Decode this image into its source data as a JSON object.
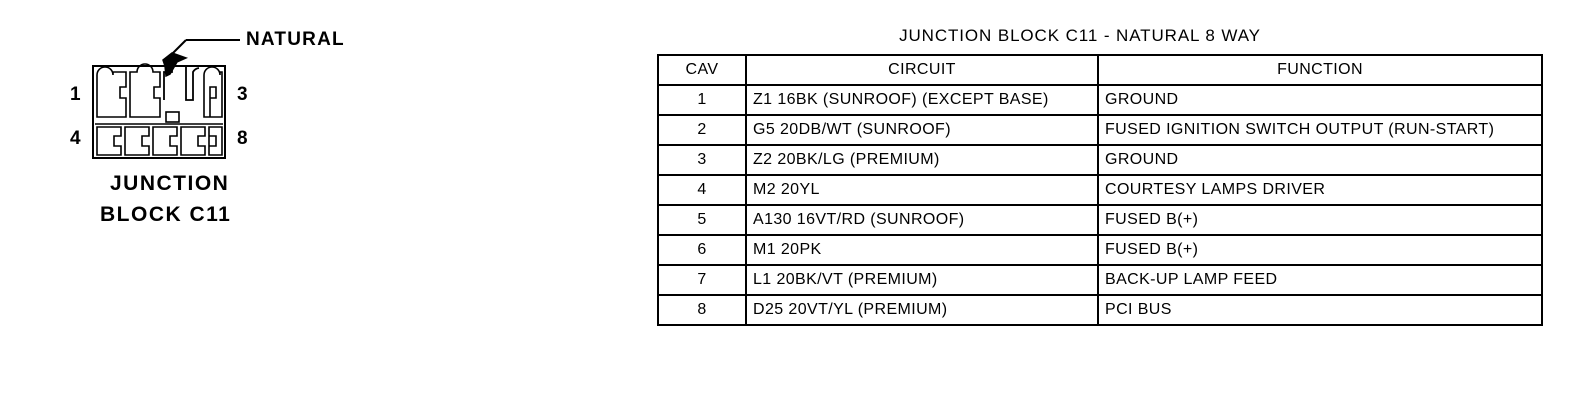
{
  "figure": {
    "callout_label": "NATURAL",
    "pin_labels": {
      "top_left": "1",
      "bottom_left": "4",
      "top_right": "3",
      "bottom_right": "8"
    },
    "caption_line_1": "JUNCTION",
    "caption_line_2": "BLOCK C11",
    "cavity_count": 8,
    "line_color": "#000000"
  },
  "table": {
    "title": "JUNCTION BLOCK C11 - NATURAL 8 WAY",
    "headers": {
      "cav": "CAV",
      "circuit": "CIRCUIT",
      "function": "FUNCTION"
    },
    "rows": [
      {
        "cav": "1",
        "circuit": "Z1 16BK (SUNROOF) (EXCEPT BASE)",
        "function": "GROUND"
      },
      {
        "cav": "2",
        "circuit": "G5 20DB/WT (SUNROOF)",
        "function": "FUSED IGNITION SWITCH OUTPUT (RUN-START)"
      },
      {
        "cav": "3",
        "circuit": "Z2 20BK/LG (PREMIUM)",
        "function": "GROUND"
      },
      {
        "cav": "4",
        "circuit": "M2 20YL",
        "function": "COURTESY LAMPS DRIVER"
      },
      {
        "cav": "5",
        "circuit": "A130 16VT/RD (SUNROOF)",
        "function": "FUSED B(+)"
      },
      {
        "cav": "6",
        "circuit": "M1 20PK",
        "function": "FUSED B(+)"
      },
      {
        "cav": "7",
        "circuit": "L1 20BK/VT (PREMIUM)",
        "function": "BACK-UP LAMP FEED"
      },
      {
        "cav": "8",
        "circuit": "D25 20VT/YL (PREMIUM)",
        "function": "PCI BUS"
      }
    ]
  }
}
